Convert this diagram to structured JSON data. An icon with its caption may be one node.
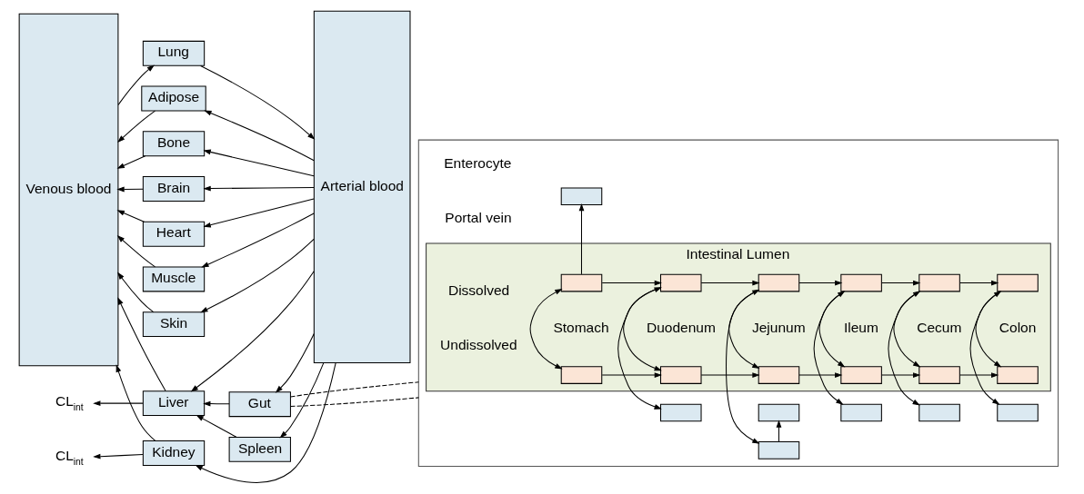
{
  "diagram": {
    "nodes": [
      {
        "text": [
          "Venous blood"
        ]
      },
      {
        "text": [
          "Arterial blood"
        ]
      },
      {
        "text": [
          "Lung"
        ]
      },
      {
        "text": [
          "Adipose"
        ]
      },
      {
        "text": [
          "Bone"
        ]
      },
      {
        "text": [
          "Brain"
        ]
      },
      {
        "text": [
          "Heart"
        ]
      },
      {
        "text": [
          "Muscle"
        ]
      },
      {
        "text": [
          "Skin"
        ]
      },
      {
        "text": [
          "Gut"
        ]
      },
      {
        "text": [
          "Liver"
        ]
      },
      {
        "text": [
          "Spleen"
        ]
      },
      {
        "text": [
          "Kidney"
        ]
      },
      {
        "text": [
          "CL$_{int}$"
        ]
      },
      {
        "text": [
          "CL$_{int}$"
        ]
      },
      {
        "text": [],
        "shape": "box"
      },
      {
        "text": [
          "Intestinal Lumen"
        ],
        "in": 15
      },
      {
        "text": [],
        "shape": "box",
        "in": 16
      },
      {
        "text": [],
        "shape": "box",
        "in": 16
      },
      {
        "text": [],
        "shape": "box",
        "in": 16
      },
      {
        "text": [],
        "shape": "box",
        "in": 16
      },
      {
        "text": [],
        "shape": "box",
        "in": 16
      },
      {
        "text": [],
        "shape": "box",
        "in": 16
      },
      {
        "text": [],
        "shape": "box",
        "in": 16
      },
      {
        "text": [],
        "shape": "box",
        "in": 16
      },
      {
        "text": [],
        "shape": "box",
        "in": 16
      },
      {
        "text": [],
        "shape": "box",
        "in": 16
      },
      {
        "text": [],
        "shape": "box",
        "in": 16
      },
      {
        "text": [],
        "shape": "box",
        "in": 16
      },
      {
        "text": [],
        "shape": "box",
        "in": 15
      },
      {
        "text": [],
        "shape": "box",
        "in": 15
      },
      {
        "text": [],
        "shape": "box",
        "in": 15
      },
      {
        "text": [],
        "shape": "box",
        "in": 15
      },
      {
        "text": [],
        "shape": "box",
        "in": 15
      },
      {
        "text": [],
        "shape": "box",
        "in": 15
      },
      {
        "text": [],
        "shape": "box",
        "in": 15
      }
    ],
    "edges": [
      {
        "from": 0,
        "to": 2,
        "arrow": "to"
      },
      {
        "from": 2,
        "to": 1,
        "arrow": "to"
      },
      {
        "from": 1,
        "to": 3,
        "arrow": "to"
      },
      {
        "from": 3,
        "to": 0,
        "arrow": "to"
      },
      {
        "from": 1,
        "to": 4,
        "arrow": "to"
      },
      {
        "from": 4,
        "to": 0,
        "arrow": "to"
      },
      {
        "from": 1,
        "to": 5,
        "arrow": "to"
      },
      {
        "from": 5,
        "to": 0,
        "arrow": "to"
      },
      {
        "from": 1,
        "to": 6,
        "arrow": "to"
      },
      {
        "from": 6,
        "to": 0,
        "arrow": "to"
      },
      {
        "from": 1,
        "to": 7,
        "arrow": "to"
      },
      {
        "from": 7,
        "to": 0,
        "arrow": "to"
      },
      {
        "from": 1,
        "to": 8,
        "arrow": "to"
      },
      {
        "from": 8,
        "to": 0,
        "arrow": "to"
      },
      {
        "from": 1,
        "to": 9,
        "arrow": "to"
      },
      {
        "from": 9,
        "to": 10,
        "arrow": "to"
      },
      {
        "from": 1,
        "to": 10,
        "arrow": "to"
      },
      {
        "from": 10,
        "to": 0,
        "arrow": "to"
      },
      {
        "from": 10,
        "to": 13,
        "arrow": "to"
      },
      {
        "from": 1,
        "to": 11,
        "arrow": "to"
      },
      {
        "from": 11,
        "to": 10,
        "arrow": "to"
      },
      {
        "from": 1,
        "to": 12,
        "arrow": "to"
      },
      {
        "from": 12,
        "to": 0,
        "arrow": "to"
      },
      {
        "from": 12,
        "to": 14,
        "arrow": "to"
      },
      {
        "from": 9,
        "to": 15,
        "arrow": "none",
        "style": "dashed"
      },
      {
        "from": 9,
        "to": 15,
        "arrow": "none",
        "style": "dashed"
      },
      {
        "from": 17,
        "to": 18,
        "arrow": "to"
      },
      {
        "from": 18,
        "to": 19,
        "arrow": "to"
      },
      {
        "from": 19,
        "to": 20,
        "arrow": "to"
      },
      {
        "from": 20,
        "to": 21,
        "arrow": "to"
      },
      {
        "from": 21,
        "to": 22,
        "arrow": "to"
      },
      {
        "from": 17,
        "to": 23,
        "arrow": "both"
      },
      {
        "from": 18,
        "to": 24,
        "arrow": "both"
      },
      {
        "from": 19,
        "to": 25,
        "arrow": "both"
      },
      {
        "from": 20,
        "to": 26,
        "arrow": "both"
      },
      {
        "from": 21,
        "to": 27,
        "arrow": "both"
      },
      {
        "from": 22,
        "to": 28,
        "arrow": "both"
      },
      {
        "from": 23,
        "to": 24,
        "arrow": "to"
      },
      {
        "from": 24,
        "to": 25,
        "arrow": "to"
      },
      {
        "from": 25,
        "to": 26,
        "arrow": "to"
      },
      {
        "from": 26,
        "to": 27,
        "arrow": "to"
      },
      {
        "from": 27,
        "to": 28,
        "arrow": "to"
      },
      {
        "from": 23,
        "to": 29,
        "arrow": "to"
      },
      {
        "from": 24,
        "to": 30,
        "arrow": "to"
      },
      {
        "from": 25,
        "to": 31,
        "arrow": "to"
      },
      {
        "from": 26,
        "to": 32,
        "arrow": "to"
      },
      {
        "from": 27,
        "to": 33,
        "arrow": "to"
      },
      {
        "from": 28,
        "to": 34,
        "arrow": "to"
      },
      {
        "from": 31,
        "to": 35,
        "arrow": "to"
      }
    ],
    "labels": [
      "Stomach",
      "Duodenum",
      "Jejunum",
      "Ileum",
      "Cecum",
      "Colon",
      "Undissolved",
      "Dissolved",
      "Enterocyte",
      "Portal vein"
    ]
  }
}
